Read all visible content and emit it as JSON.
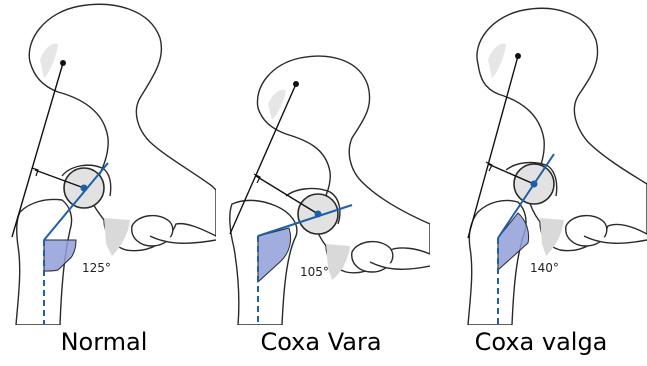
{
  "panels": [
    {
      "caption": "Normal",
      "angle_label": "125°",
      "neck_shaft_angle_deg": 125
    },
    {
      "caption": "Coxa Vara",
      "angle_label": "105°",
      "neck_shaft_angle_deg": 105
    },
    {
      "caption": "Coxa valga",
      "angle_label": "140°",
      "neck_shaft_angle_deg": 140
    }
  ],
  "colors": {
    "outline": "#2a2a2a",
    "axis_line": "#1f5fa8",
    "angle_fill": "#8f9fd8",
    "bone_shade": "#d9d9d9",
    "line_black": "#111111"
  }
}
